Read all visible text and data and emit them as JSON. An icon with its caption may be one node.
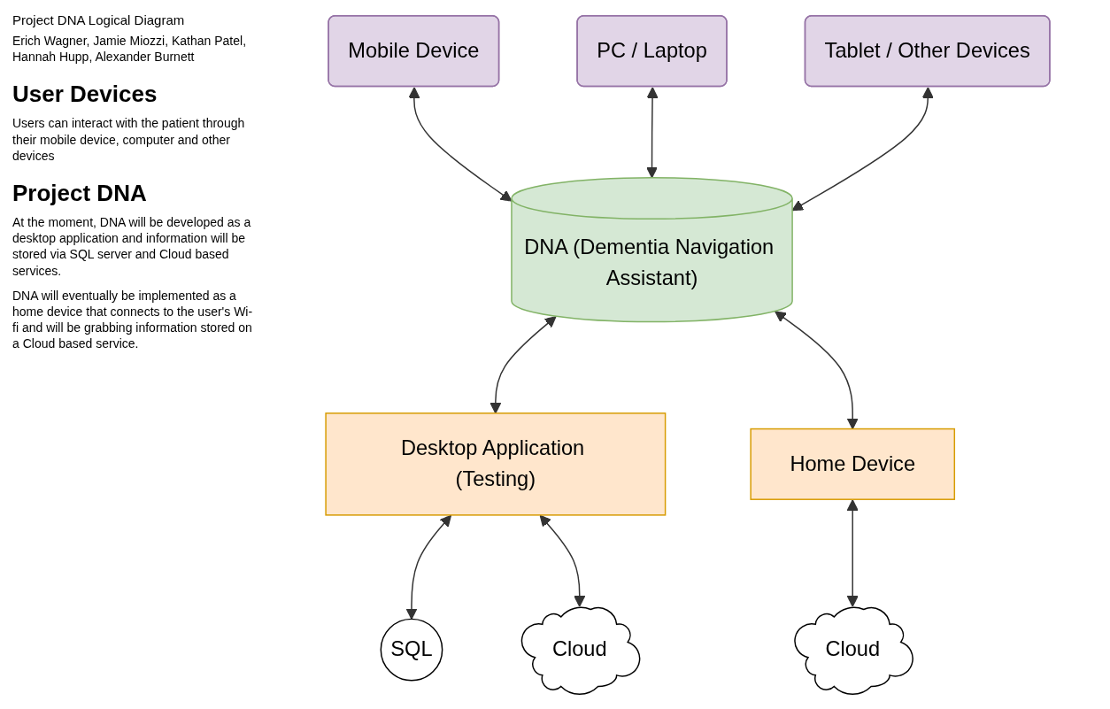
{
  "diagram": {
    "title": "Project DNA Logical Diagram",
    "nodes": [
      {
        "text": [
          "PC / Laptop"
        ]
      },
      {
        "text": [
          "Mobile Device"
        ]
      },
      {
        "text": [
          "Tablet / Other Devices"
        ]
      },
      {
        "text": [
          "DNA (Dementia Navigation Assistant)"
        ]
      },
      {
        "text": [
          "Desktop Application (Testing)"
        ]
      },
      {
        "text": [
          "Home Device"
        ]
      },
      {
        "text": [
          "SQL"
        ]
      },
      {
        "text": [
          "Cloud"
        ]
      },
      {
        "text": [
          "Cloud"
        ]
      }
    ],
    "edges": [
      {
        "from": 1,
        "to": 3,
        "arrow": "both"
      },
      {
        "from": 0,
        "to": 3,
        "arrow": "both"
      },
      {
        "from": 2,
        "to": 3,
        "arrow": "both"
      },
      {
        "from": 3,
        "to": 4,
        "arrow": "both"
      },
      {
        "from": 3,
        "to": 5,
        "arrow": "both"
      },
      {
        "from": 4,
        "to": 6,
        "arrow": "both"
      },
      {
        "from": 4,
        "to": 7,
        "arrow": "both"
      },
      {
        "from": 5,
        "to": 8,
        "arrow": "both"
      }
    ],
    "labels": [
      "Erich Wagner, Jamie Miozzi, Kathan Patel, Hannah Hupp, Alexander Burnett",
      "User Devices",
      "Users can interact with the patient through their mobile device, computer and other devices",
      "Project DNA",
      "At the moment, DNA will be developed as a desktop application and information will be stored via SQL server and Cloud based services.",
      "DNA will eventually be implemented as a home device that connects to the user's Wi-fi and will be grabbing information stored on a Cloud based service."
    ]
  }
}
